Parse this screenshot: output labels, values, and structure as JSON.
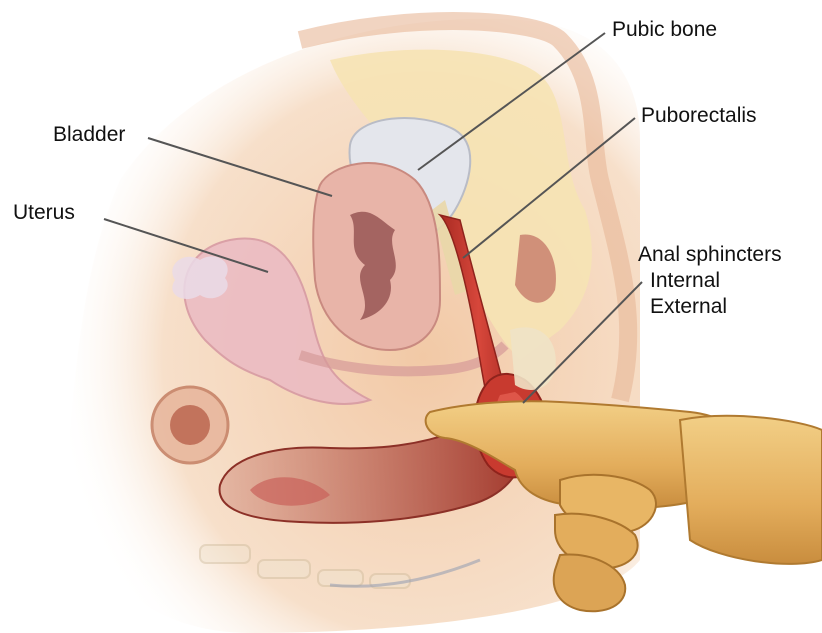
{
  "labels": {
    "pubic_bone": "Pubic bone",
    "puborectalis": "Puborectalis",
    "bladder": "Bladder",
    "uterus": "Uterus",
    "anal_sphincters": "Anal sphincters",
    "internal": "Internal",
    "external": "External"
  },
  "colors": {
    "skin_outer": "#f3cfb0",
    "fat": "#f6e3b4",
    "bone": "#dcdfe6",
    "uterus": "#e9b3bb",
    "bladder_wall": "#e8b4a8",
    "muscle": "#c8392e",
    "rectum": "#b5483d",
    "finger": "#e8b96a",
    "leader_line": "#555555"
  }
}
